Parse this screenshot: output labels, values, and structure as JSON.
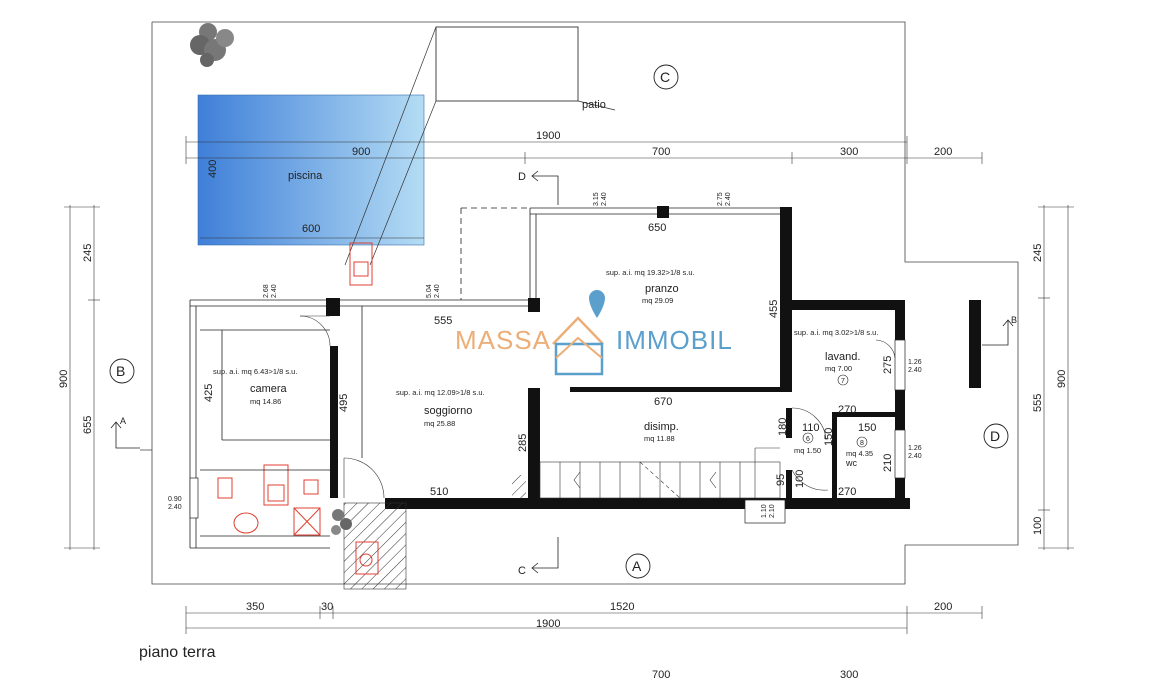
{
  "caption": "piano terra",
  "watermark": {
    "left": "MASSA",
    "right": "IMMOBIL",
    "left_color": "#e8a060",
    "right_color": "#3f8fc4"
  },
  "labels": {
    "patio": "patio",
    "piscina": "piscina",
    "pool_dim_v": "400",
    "pool_dim_h": "600",
    "top_1900": "1900",
    "top_900": "900",
    "top_700": "700",
    "top_300": "300",
    "top_200": "200",
    "bot_350": "350",
    "bot_30": "30",
    "bot_1520": "1520",
    "bot_200": "200",
    "bot_1900": "1900",
    "bottom_cut_700": "700",
    "bottom_cut_300": "300",
    "left_245": "245",
    "left_900": "900",
    "left_655": "655",
    "left_425": "425",
    "right_245": "245",
    "right_900": "900",
    "right_555": "555",
    "right_100": "100",
    "d_555": "555",
    "d_650": "650",
    "d_495": "495",
    "d_455": "455",
    "d_670": "670",
    "d_285": "285",
    "d_510": "510",
    "d_180": "180",
    "d_110": "110",
    "d_150a": "150",
    "d_150b": "150",
    "d_270a": "270",
    "d_270b": "270",
    "d_275": "275",
    "d_210": "210",
    "d_100": "100",
    "d_95": "95",
    "w1a": "2.68",
    "w1b": "2.40",
    "w2a": "5.04",
    "w2b": "2.40",
    "w3a": "3.15",
    "w3b": "2.40",
    "w4a": "2.75",
    "w4b": "2.40",
    "w5a": "1.26",
    "w5b": "2.40",
    "w6a": "1.26",
    "w6b": "2.40",
    "w7a": "0.90",
    "w7b": "2.40",
    "w8a": "1.10",
    "w8b": "2.10",
    "sec_A": "A",
    "sec_B": "B",
    "sec_C": "C",
    "sec_D": "D",
    "arrow_D": "D",
    "arrow_C": "C",
    "arrow_B": "B",
    "arrow_A": "A"
  },
  "rooms": {
    "pranzo": {
      "sup": "sup. a.i. mq 19.32>1/8 s.u.",
      "name": "pranzo",
      "area": "mq 29.09"
    },
    "camera": {
      "sup": "sup. a.i. mq 6.43>1/8 s.u.",
      "name": "camera",
      "area": "mq 14.86"
    },
    "soggiorno": {
      "sup": "sup. a.i. mq 12.09>1/8 s.u.",
      "name": "soggiorno",
      "area": "mq 25.88"
    },
    "lavand": {
      "sup": "sup. a.i. mq 3.02>1/8 s.u.",
      "name": "lavand.",
      "area": "mq 7.00",
      "num": "7"
    },
    "disimp": {
      "name": "disimp.",
      "area": "mq 11.88"
    },
    "small6": {
      "num": "6",
      "area": "mq 1.50"
    },
    "wc": {
      "num": "8",
      "area": "mq 4.35",
      "name": "wc"
    }
  },
  "colors": {
    "wall": "#111111",
    "pool_from": "#3f7fd8",
    "pool_to": "#b4dcf4",
    "red": "#e04030"
  }
}
